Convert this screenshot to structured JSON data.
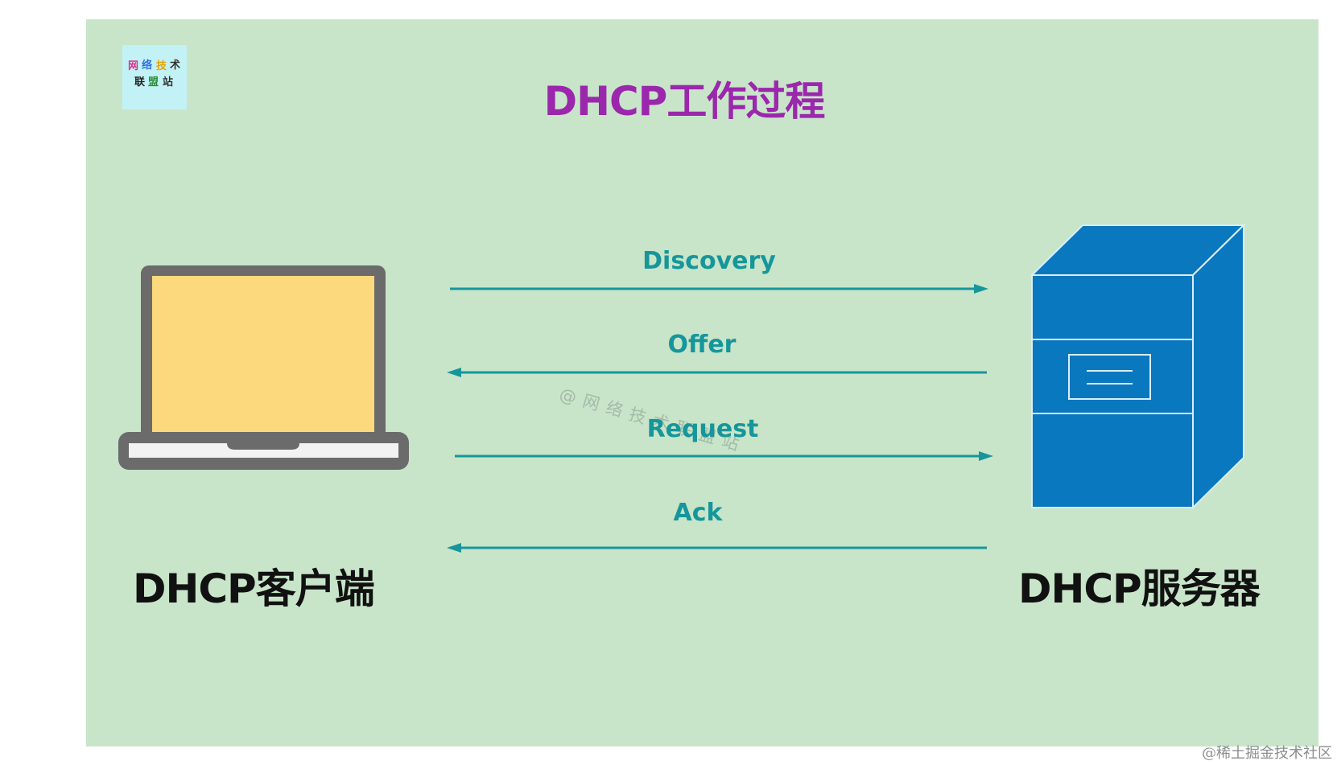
{
  "title": "DHCP工作过程",
  "logo": {
    "chars": [
      "网",
      "络",
      "技",
      "术",
      "联",
      "盟",
      "站"
    ],
    "icon": "brand-logo"
  },
  "client": {
    "label": "DHCP客户端",
    "icon": "laptop-icon"
  },
  "server": {
    "label": "DHCP服务器",
    "icon": "server-tower-icon"
  },
  "messages": [
    {
      "label": "Discovery",
      "direction": "client-to-server"
    },
    {
      "label": "Offer",
      "direction": "server-to-client"
    },
    {
      "label": "Request",
      "direction": "client-to-server"
    },
    {
      "label": "Ack",
      "direction": "server-to-client"
    }
  ],
  "watermark": "@网络技术联盟站",
  "credit": "@稀土掘金技术社区",
  "colors": {
    "background": "#c8e5c9",
    "title": "#9b27ad",
    "arrow": "#16969b",
    "laptop_screen": "#fcd97c",
    "laptop_frame": "#6b6b6b",
    "server": "#0a78bf"
  }
}
